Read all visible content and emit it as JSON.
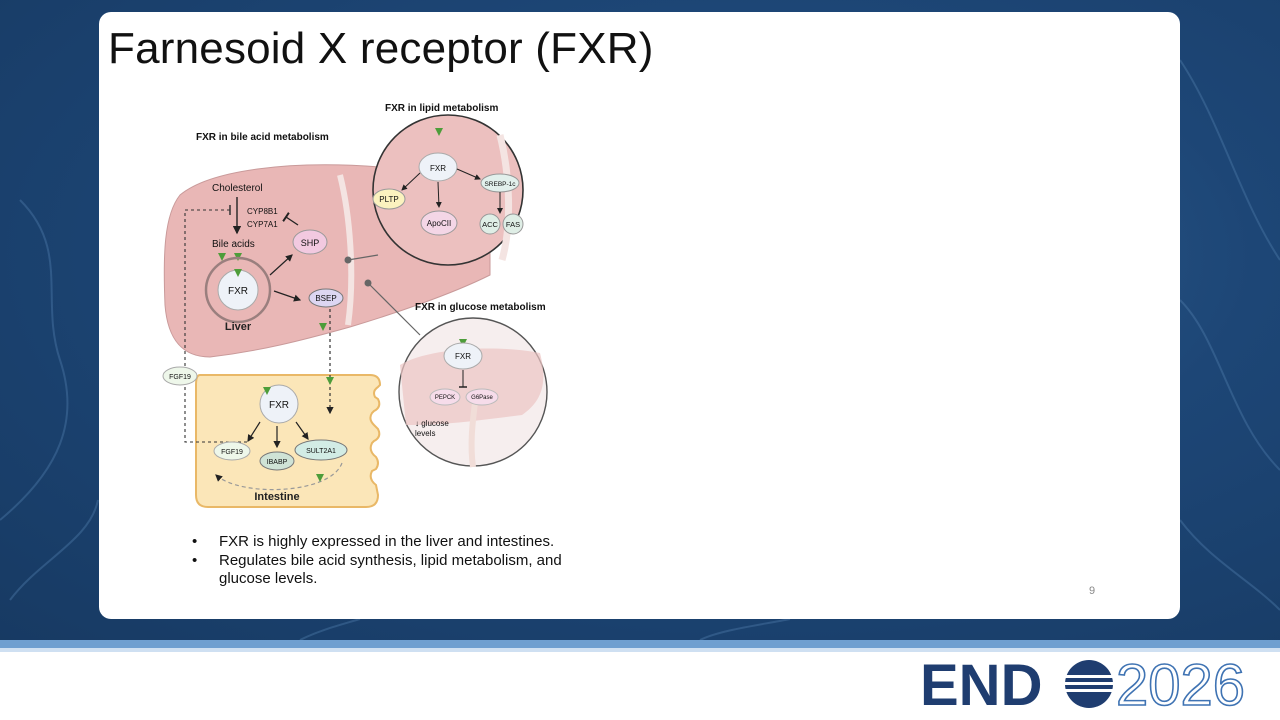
{
  "slide": {
    "title": "Farnesoid X receptor (FXR)",
    "page_number": "9",
    "bullets": [
      {
        "text": "FXR is highly expressed in the liver and intestines."
      },
      {
        "text": "Regulates bile acid synthesis, lipid metabolism, and glucose levels."
      }
    ]
  },
  "figure": {
    "bile_section_title": "FXR in bile acid metabolism",
    "lipid_section_title": "FXR in lipid metabolism",
    "glucose_section_title": "FXR in glucose metabolism",
    "cholesterol": "Cholesterol",
    "cyp8b1": "CYP8B1",
    "cyp7a1": "CYP7A1",
    "bile_acids": "Bile acids",
    "shp": "SHP",
    "fxr": "FXR",
    "bsep": "BSEP",
    "liver": "Liver",
    "fgf19": "FGF19",
    "intestine": "Intestine",
    "ibabp": "IBABP",
    "sult2a1": "SULT2A1",
    "srebp1c": "SREBP-1c",
    "pltp": "PLTP",
    "apocii": "ApoCII",
    "acc": "ACC",
    "fas": "FAS",
    "pepck": "PEPCK",
    "g6pase": "G6Pase",
    "glucose_line1": "↓ glucose",
    "glucose_line2": "levels"
  },
  "logo": {
    "word": "END",
    "year": "2026",
    "colors": {
      "navy": "#1f3d70",
      "light": "#3f73b3"
    }
  }
}
